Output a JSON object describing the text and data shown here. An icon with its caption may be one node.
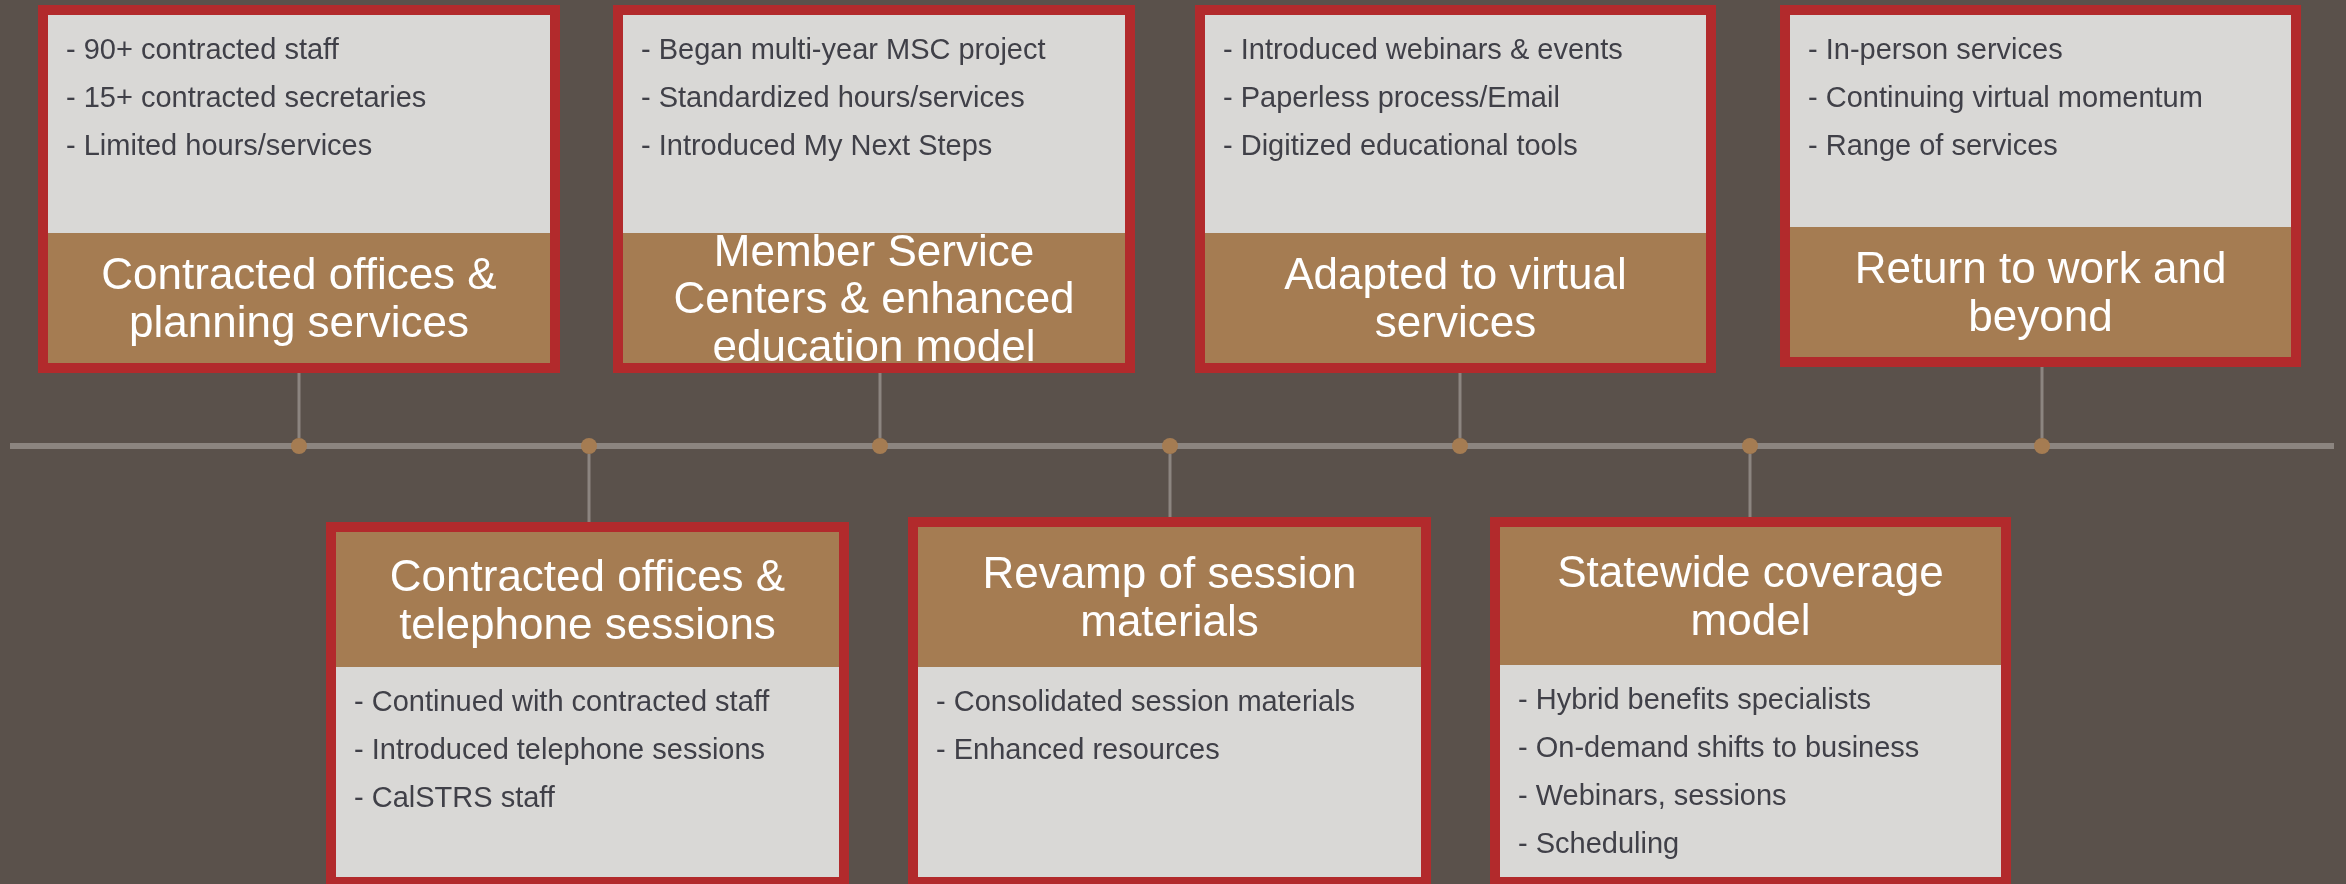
{
  "diagram": {
    "nodes": [
      {
        "text": [
          "- 90+ contracted staff",
          "- 15+ contracted secretaries",
          "- Limited hours/services",
          "Contracted offices & planning services"
        ]
      },
      {
        "text": [
          "Contracted offices & telephone sessions",
          "- Continued with contracted staff",
          "- Introduced telephone sessions",
          "- CalSTRS staff"
        ]
      },
      {
        "text": [
          "- Began multi-year MSC project",
          "- Standardized hours/services",
          "- Introduced My Next Steps",
          "Member Service Centers & enhanced education model"
        ]
      },
      {
        "text": [
          "Revamp of session materials",
          "- Consolidated session materials",
          "- Enhanced resources"
        ]
      },
      {
        "text": [
          "- Introduced webinars & events",
          "- Paperless process/Email",
          "- Digitized educational tools",
          "Adapted to virtual services"
        ]
      },
      {
        "text": [
          "Statewide coverage model",
          "- Hybrid benefits specialists",
          "- On-demand shifts to business",
          "- Webinars, sessions",
          "- Scheduling"
        ]
      },
      {
        "text": [
          "- In-person services",
          "- Continuing virtual momentum",
          "- Range of services",
          "Return to work and beyond"
        ]
      },
      {
        "text": [],
        "shape": "circle"
      },
      {
        "text": [],
        "shape": "circle"
      },
      {
        "text": [],
        "shape": "circle"
      },
      {
        "text": [],
        "shape": "circle"
      },
      {
        "text": [],
        "shape": "circle"
      },
      {
        "text": [],
        "shape": "circle"
      },
      {
        "text": [],
        "shape": "circle"
      }
    ],
    "edges": [
      {
        "from": 0,
        "to": 7,
        "arrow": "none"
      },
      {
        "from": 1,
        "to": 8,
        "arrow": "none"
      },
      {
        "from": 2,
        "to": 9,
        "arrow": "none"
      },
      {
        "from": 3,
        "to": 10,
        "arrow": "none"
      },
      {
        "from": 4,
        "to": 11,
        "arrow": "none"
      },
      {
        "from": 5,
        "to": 12,
        "arrow": "none"
      },
      {
        "from": 6,
        "to": 13,
        "arrow": "none"
      }
    ]
  }
}
